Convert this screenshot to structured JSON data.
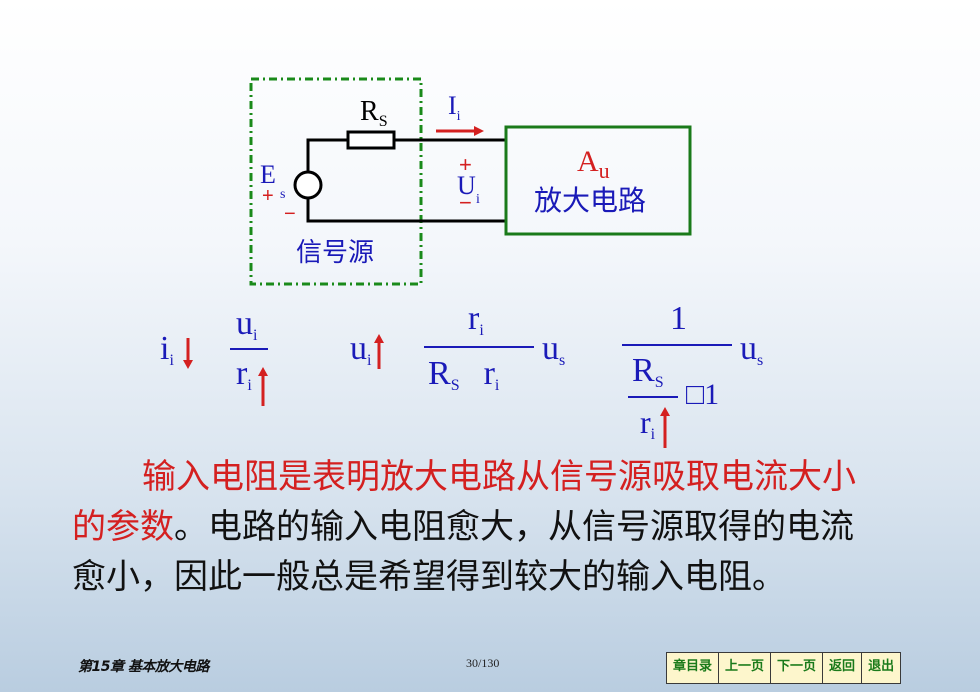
{
  "diagram": {
    "rs": "R",
    "rs_sub": "S",
    "ii": "I",
    "ii_sub": "i",
    "es": "E",
    "es_sub": "s",
    "src_plus": "+",
    "src_minus": "−",
    "ui_plus": "+",
    "ui": "U",
    "ui_sub": "i",
    "ui_minus": "−",
    "au": "A",
    "au_sub": "u",
    "amp_label": "放大电路",
    "source_label": "信号源"
  },
  "formula": {
    "i": "i",
    "i_sub": "i",
    "u": "u",
    "u_sub": "i",
    "r": "r",
    "r_sub": "i",
    "u2": "u",
    "u2_sub": "i",
    "num2": "r",
    "num2_sub": "i",
    "den2_r": "R",
    "den2_r_sub": "S",
    "den2_ri": "r",
    "den2_ri_sub": "i",
    "us": "u",
    "us_sub": "s",
    "num3": "1",
    "den3_r": "R",
    "den3_r_sub": "S",
    "den3_ri": "r",
    "den3_ri_sub": "i",
    "box_one": "□1",
    "us2": "u",
    "us2_sub": "s"
  },
  "paragraph": {
    "line1_red": "输入电阻是表明放大电路从信号源吸取电流大小",
    "line2_red": "的参数",
    "line2_rest": "。电路的输入电阻愈大，从信号源取得的电流",
    "line3": "愈小，因此一般总是希望得到较大的输入电阻。"
  },
  "footer": {
    "chapter": "第15章 基本放大电路",
    "page": "30/130",
    "nav": [
      "章目录",
      "上一页",
      "下一页",
      "返回",
      "退出"
    ]
  }
}
